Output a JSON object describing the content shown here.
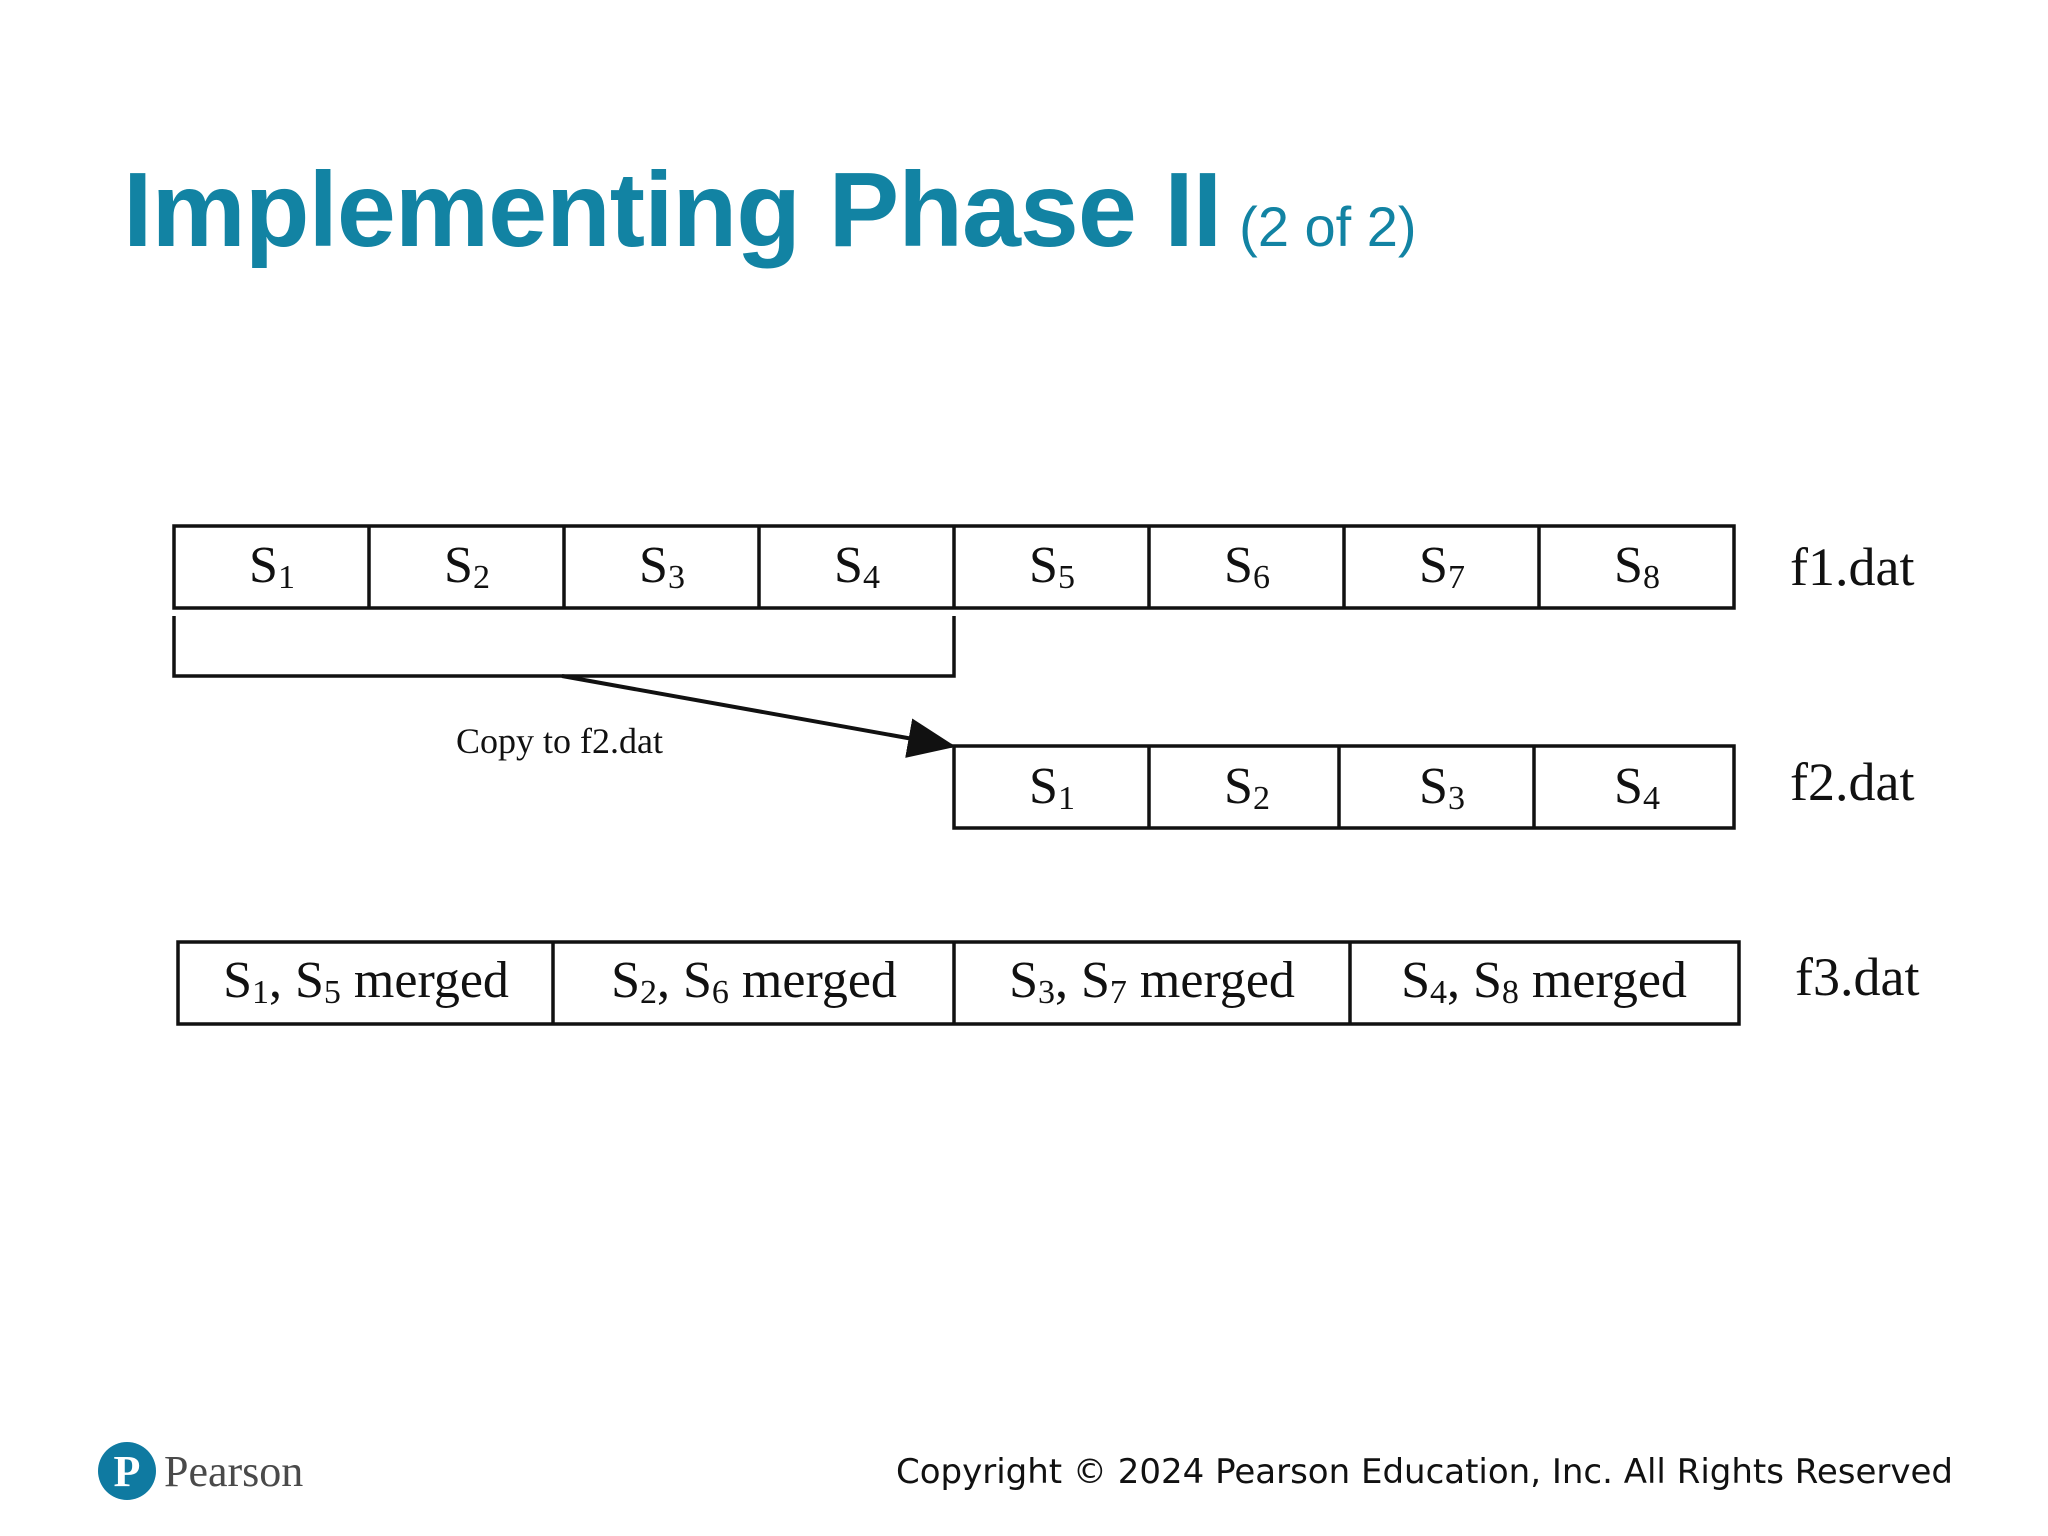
{
  "title": {
    "main": "Implementing Phase II",
    "sub": "(2 of 2)",
    "color": "#1283a3"
  },
  "diagram": {
    "f1": {
      "file_label": "f1.dat",
      "cells": [
        {
          "base": "S",
          "sub": "1"
        },
        {
          "base": "S",
          "sub": "2"
        },
        {
          "base": "S",
          "sub": "3"
        },
        {
          "base": "S",
          "sub": "4"
        },
        {
          "base": "S",
          "sub": "5"
        },
        {
          "base": "S",
          "sub": "6"
        },
        {
          "base": "S",
          "sub": "7"
        },
        {
          "base": "S",
          "sub": "8"
        }
      ]
    },
    "copy_label": "Copy to f2.dat",
    "f2": {
      "file_label": "f2.dat",
      "cells": [
        {
          "base": "S",
          "sub": "1"
        },
        {
          "base": "S",
          "sub": "2"
        },
        {
          "base": "S",
          "sub": "3"
        },
        {
          "base": "S",
          "sub": "4"
        }
      ]
    },
    "f3": {
      "file_label": "f3.dat",
      "cells": [
        {
          "a": "S",
          "a_sub": "1",
          "b": "S",
          "b_sub": "5",
          "suffix": "merged"
        },
        {
          "a": "S",
          "a_sub": "2",
          "b": "S",
          "b_sub": "6",
          "suffix": "merged"
        },
        {
          "a": "S",
          "a_sub": "3",
          "b": "S",
          "b_sub": "7",
          "suffix": "merged"
        },
        {
          "a": "S",
          "a_sub": "4",
          "b": "S",
          "b_sub": "8",
          "suffix": "merged"
        }
      ]
    }
  },
  "footer": {
    "brand": "Pearson",
    "copyright": "Copyright © 2024 Pearson Education, Inc. All Rights Reserved",
    "brand_color": "#0f7aa1"
  }
}
